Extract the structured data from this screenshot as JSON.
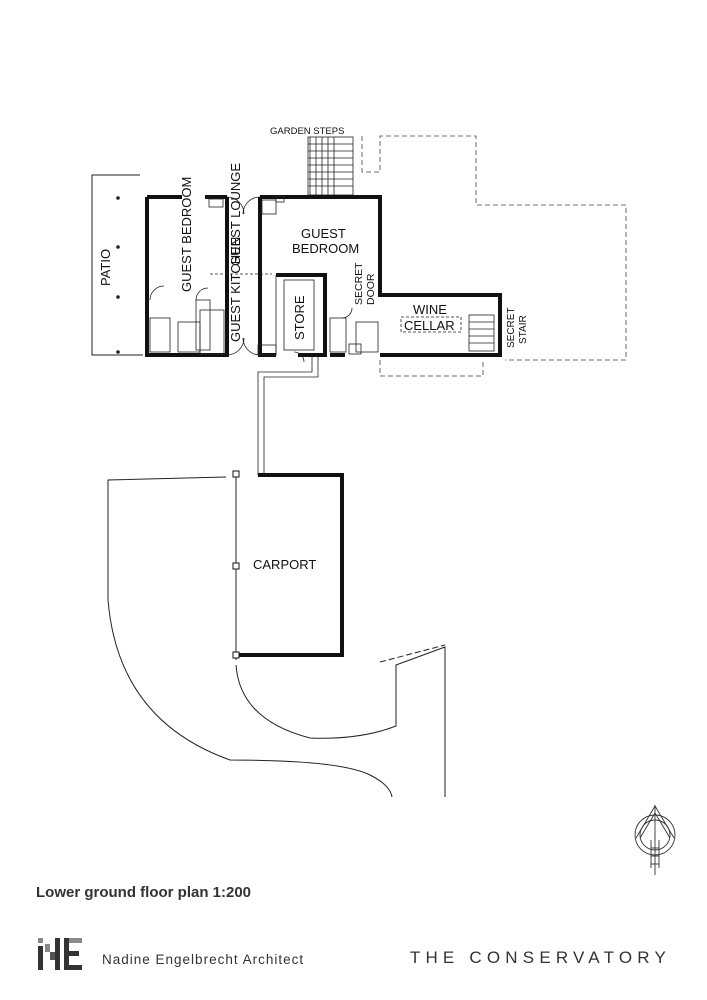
{
  "plan": {
    "labels": {
      "garden_steps": "GARDEN STEPS",
      "patio": "PATIO",
      "guest_bedroom_1": "GUEST BEDROOM",
      "guest_lounge": "GUEST LOUNGE",
      "guest_kitchen": "GUEST KITCHEN",
      "store": "STORE",
      "guest_bedroom_2_line1": "GUEST",
      "guest_bedroom_2_line2": "BEDROOM",
      "secret_door_line1": "SECRET",
      "secret_door_line2": "DOOR",
      "wine_cellar_line1": "WINE",
      "wine_cellar_line2": "CELLAR",
      "secret_stair_line1": "SECRET",
      "secret_stair_line2": "STAIR",
      "carport": "CARPORT"
    }
  },
  "caption": "Lower ground floor plan 1:200",
  "architect": "Nadine Engelbrecht Architect",
  "project": "THE CONSERVATORY",
  "colors": {
    "ink": "#111111",
    "caption": "#333333",
    "logo_gray": "#8a8a8a"
  },
  "north_arrow": "north-arrow-icon"
}
